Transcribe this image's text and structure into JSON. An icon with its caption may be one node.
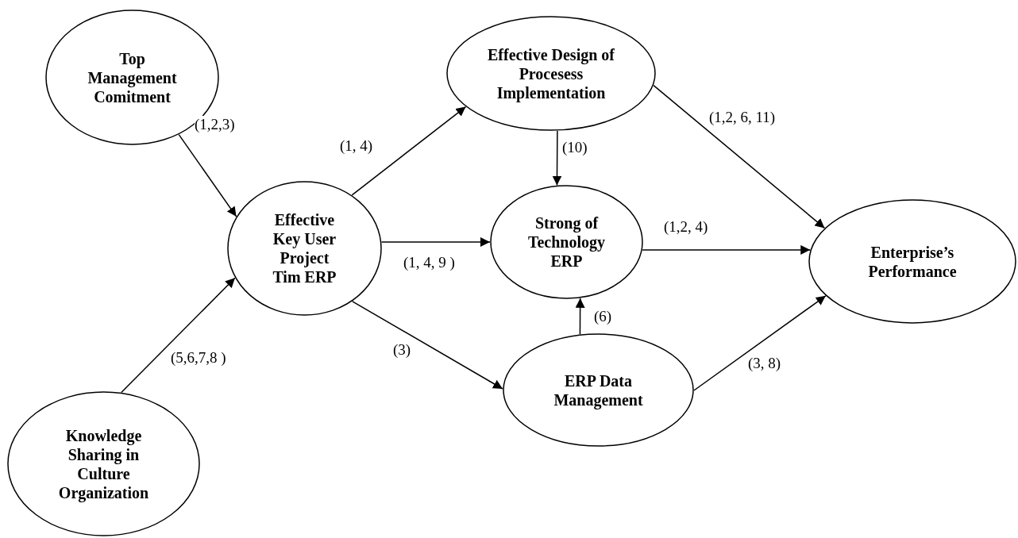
{
  "diagram": {
    "nodes": [
      {
        "text": [
          "Top Management Comitment"
        ]
      },
      {
        "text": [
          "Knowledge Sharing in Culture Organization"
        ]
      },
      {
        "text": [
          "Effective Key User Project Tim ERP"
        ]
      },
      {
        "text": [
          "Effective Design of Procesess Implementation"
        ]
      },
      {
        "text": [
          "Strong of Technology ERP"
        ]
      },
      {
        "text": [
          "ERP Data Management"
        ]
      },
      {
        "text": [
          "Enterprise’s Performance"
        ]
      }
    ],
    "edges": [
      {
        "from": 0,
        "to": 2,
        "arrow": "to",
        "label": "(1,2,3)"
      },
      {
        "from": 1,
        "to": 2,
        "arrow": "to",
        "label": "(5,6,7,8 )"
      },
      {
        "from": 2,
        "to": 3,
        "arrow": "to",
        "label": "(1, 4)"
      },
      {
        "from": 2,
        "to": 4,
        "arrow": "to",
        "label": "(1, 4, 9 )"
      },
      {
        "from": 2,
        "to": 5,
        "arrow": "to",
        "label": "(3)"
      },
      {
        "from": 3,
        "to": 4,
        "arrow": "to",
        "label": "(10)"
      },
      {
        "from": 5,
        "to": 4,
        "arrow": "to",
        "label": "(6)"
      },
      {
        "from": 3,
        "to": 6,
        "arrow": "to",
        "label": "(1,2, 6, 11)"
      },
      {
        "from": 4,
        "to": 6,
        "arrow": "to",
        "label": "(1,2, 4)"
      },
      {
        "from": 5,
        "to": 6,
        "arrow": "to",
        "label": "(3, 8)"
      }
    ]
  }
}
